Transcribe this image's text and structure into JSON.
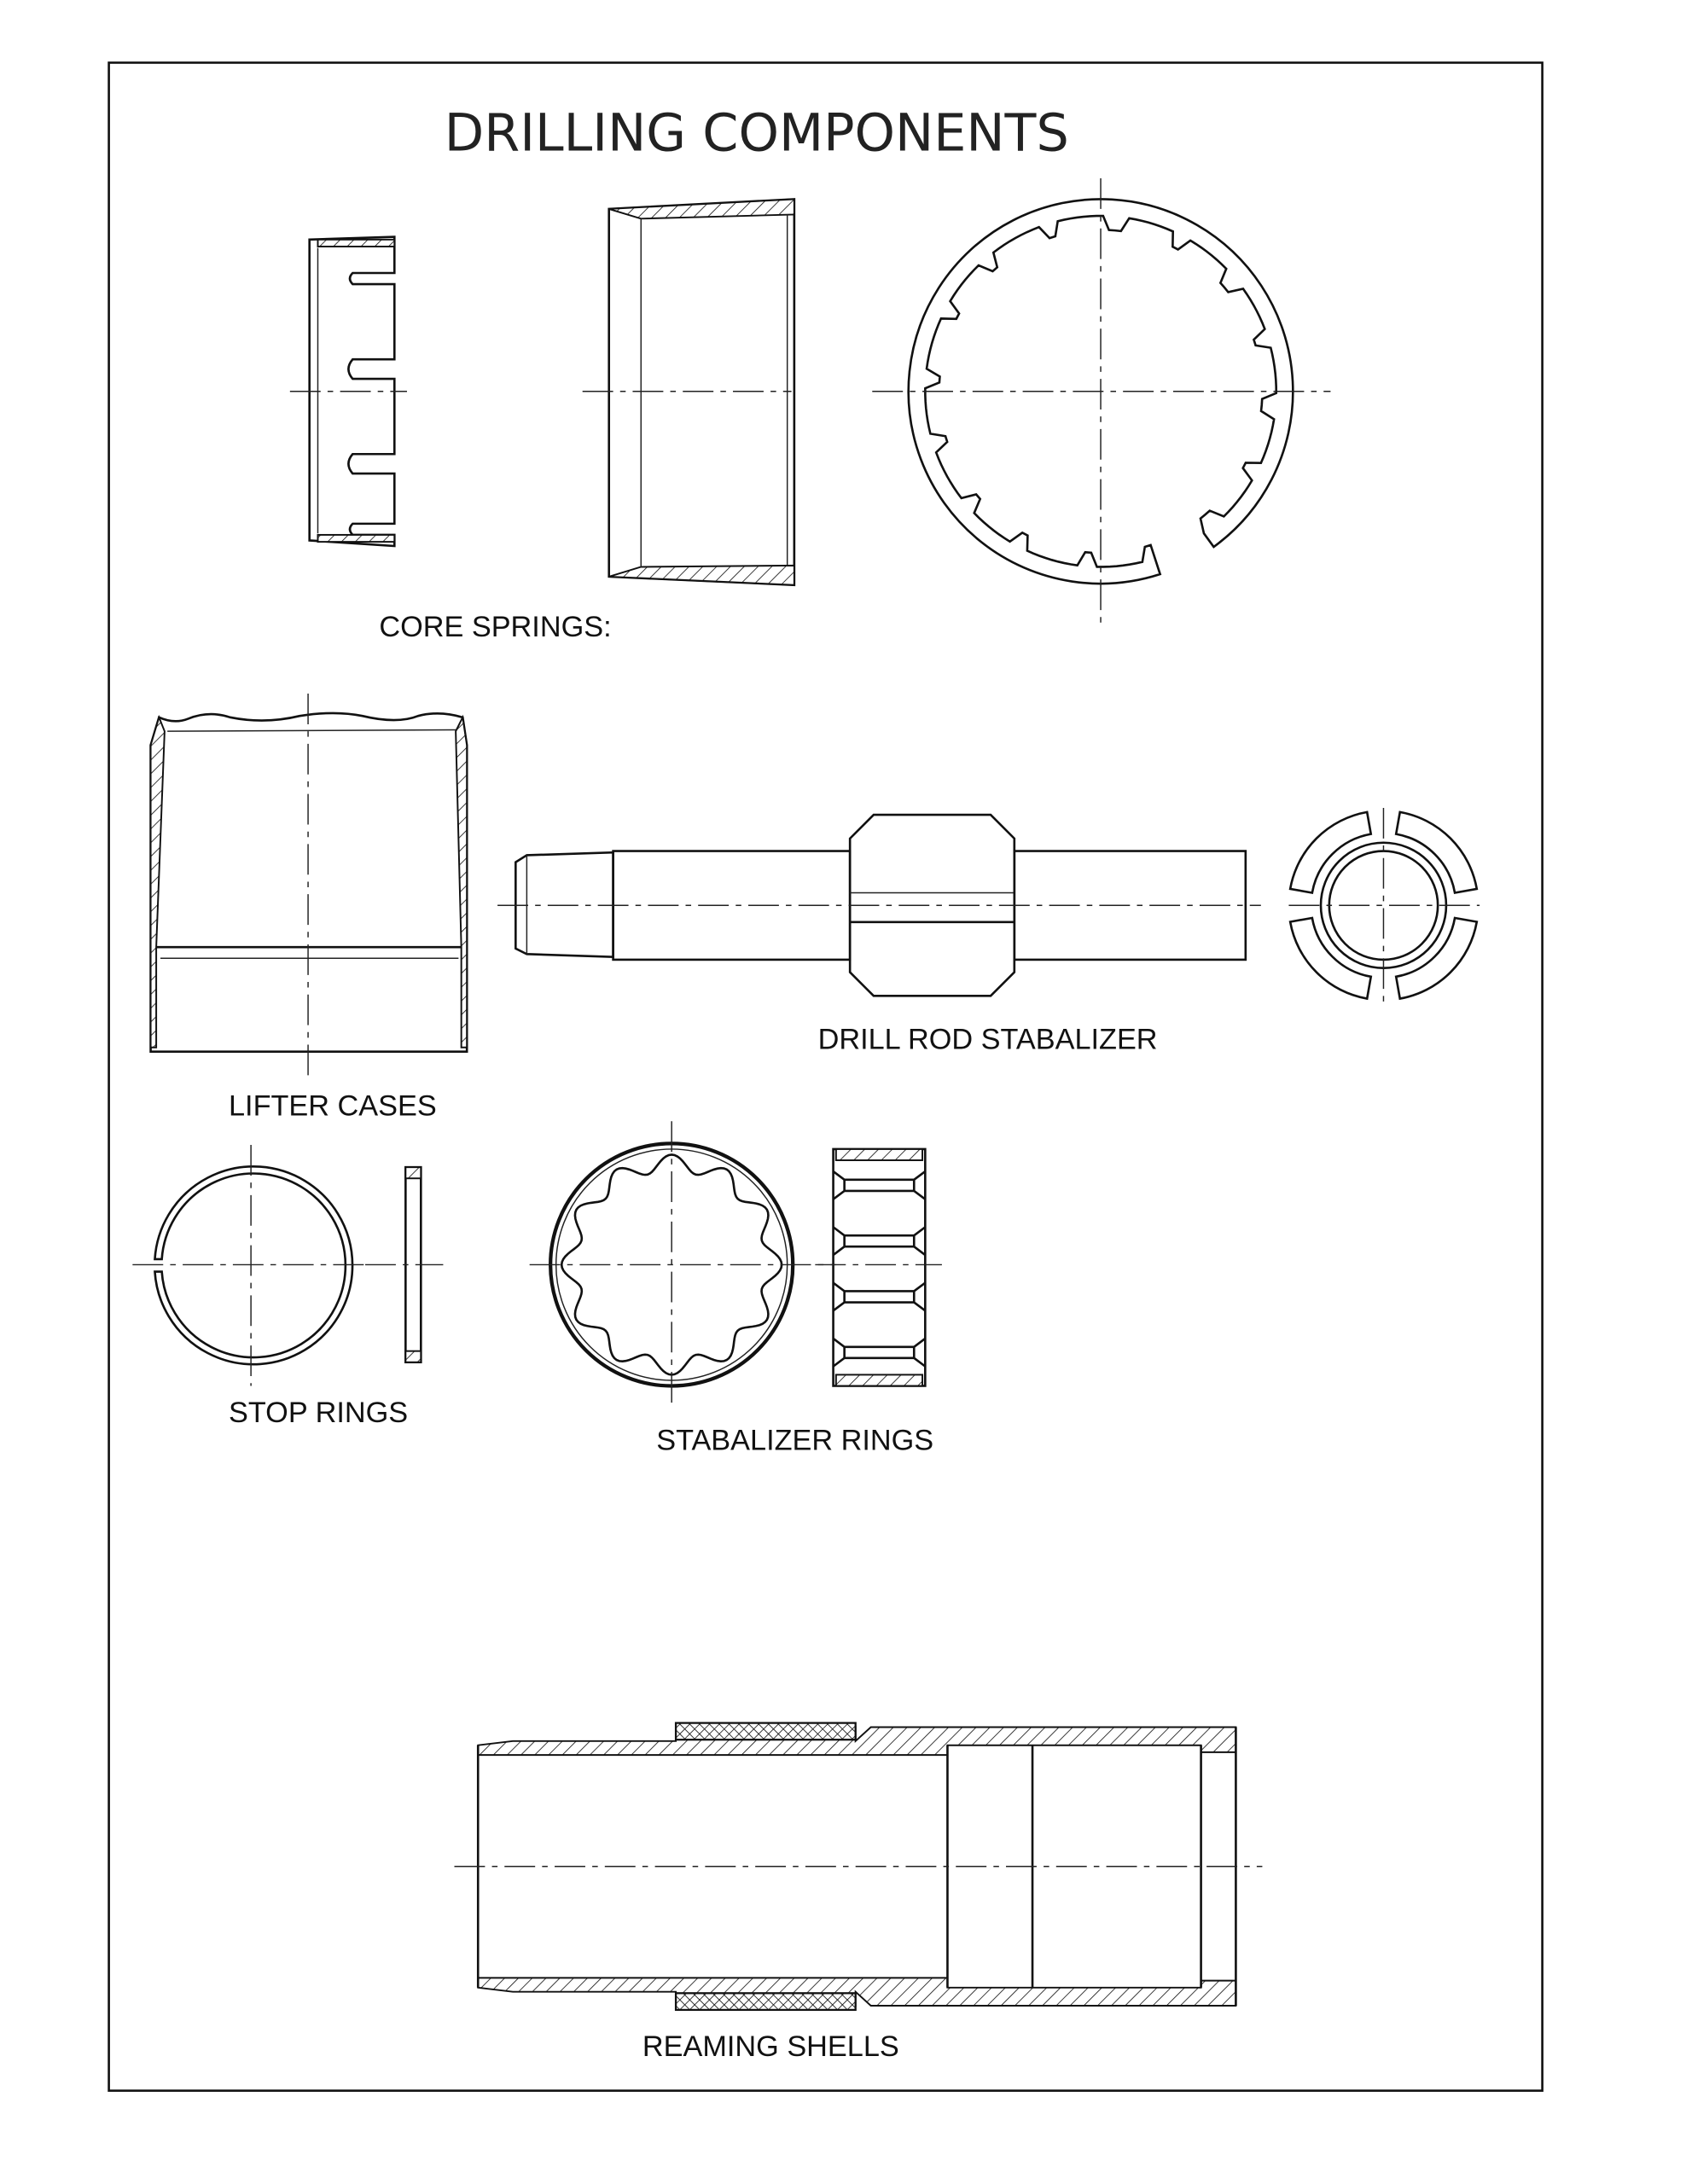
{
  "title": "DRILLING COMPONENTS",
  "labels": {
    "core_springs": "CORE SPRINGS:",
    "lifter_cases": "LIFTER CASES",
    "drill_rod_stabalizer": "DRILL ROD STABALIZER",
    "stop_rings": "STOP RINGS",
    "stabalizer_rings": "STABALIZER RINGS",
    "reaming_shells": "REAMING SHELLS"
  }
}
